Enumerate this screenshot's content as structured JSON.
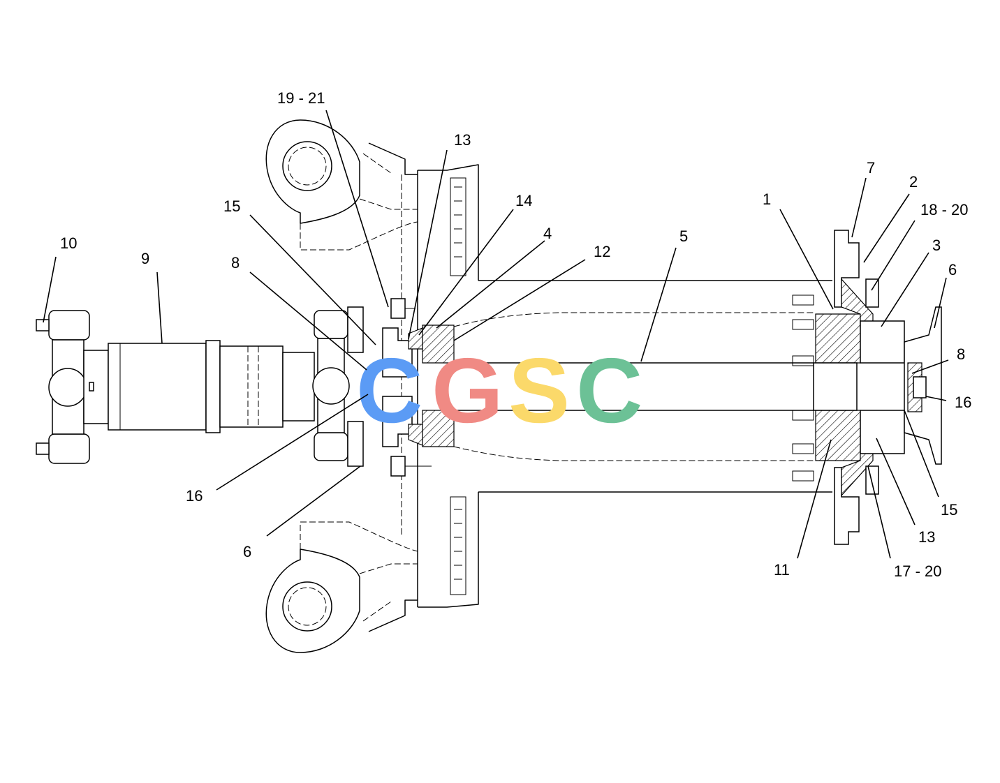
{
  "callouts": [
    {
      "id": "19-21-top",
      "text": "19 - 21"
    },
    {
      "id": "13-top",
      "text": "13"
    },
    {
      "id": "14",
      "text": "14"
    },
    {
      "id": "4",
      "text": "4"
    },
    {
      "id": "12",
      "text": "12"
    },
    {
      "id": "5",
      "text": "5"
    },
    {
      "id": "15-left",
      "text": "15"
    },
    {
      "id": "8-left",
      "text": "8"
    },
    {
      "id": "10",
      "text": "10"
    },
    {
      "id": "9",
      "text": "9"
    },
    {
      "id": "16-left",
      "text": "16"
    },
    {
      "id": "6-left",
      "text": "6"
    },
    {
      "id": "1",
      "text": "1"
    },
    {
      "id": "7",
      "text": "7"
    },
    {
      "id": "2",
      "text": "2"
    },
    {
      "id": "18-20",
      "text": "18 - 20"
    },
    {
      "id": "3",
      "text": "3"
    },
    {
      "id": "6-right",
      "text": "6"
    },
    {
      "id": "8-right",
      "text": "8"
    },
    {
      "id": "16-right",
      "text": "16"
    },
    {
      "id": "15-right",
      "text": "15"
    },
    {
      "id": "13-right",
      "text": "13"
    },
    {
      "id": "17-20",
      "text": "17 - 20"
    },
    {
      "id": "11",
      "text": "11"
    }
  ],
  "watermark": {
    "letters": [
      "C",
      "G",
      "S",
      "C"
    ],
    "colors": [
      "#5B9BF5",
      "#F08A84",
      "#FBD96A",
      "#6CC196"
    ]
  }
}
